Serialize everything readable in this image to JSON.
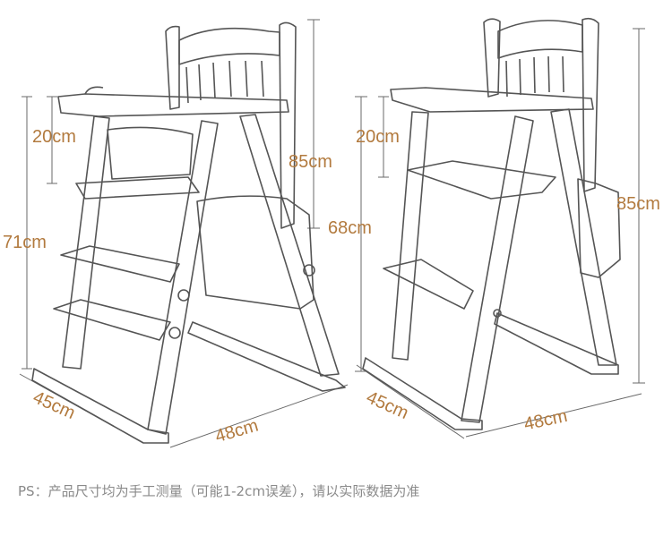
{
  "left_chair": {
    "tray_height": "20cm",
    "total_height": "85cm",
    "seat_height": "71cm",
    "depth": "45cm",
    "width": "48cm"
  },
  "right_chair": {
    "tray_height": "20cm",
    "seat_height": "68cm",
    "total_height": "85cm",
    "depth": "45cm",
    "width": "48cm"
  },
  "footnote": "PS：产品尺寸均为手工测量（可能1-2cm误差），请以实际数据为准",
  "colors": {
    "dimension_text": "#b27a3e",
    "footnote_text": "#8a8a8a",
    "sketch_line": "#555555"
  }
}
